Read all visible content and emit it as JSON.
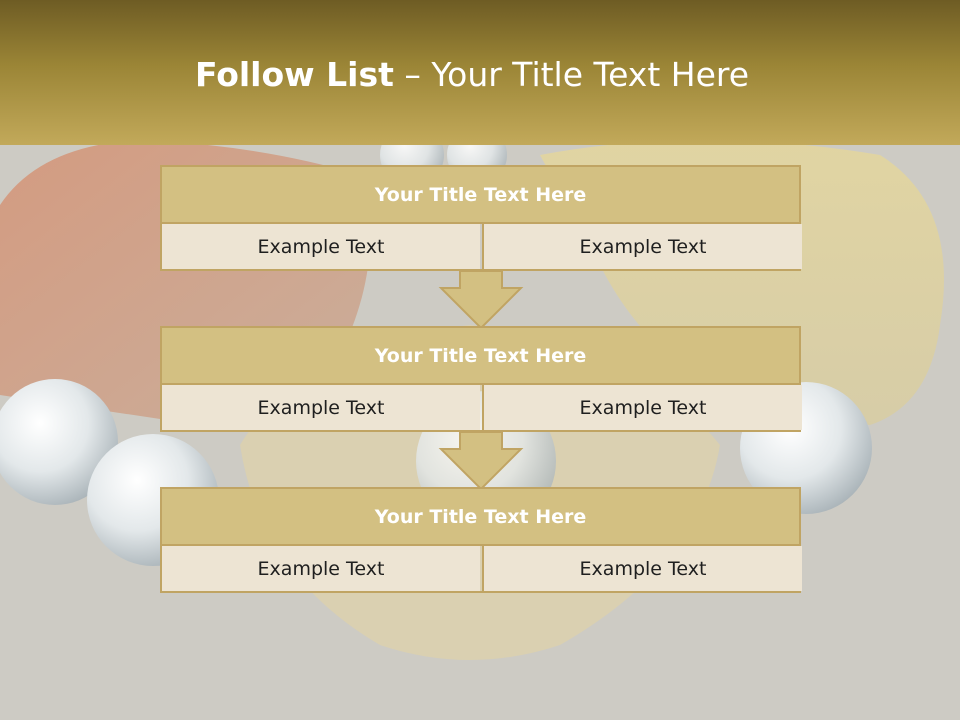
{
  "slide": {
    "title_bold": "Follow List",
    "title_rest": " – Your Title Text Here"
  },
  "steps": [
    {
      "title": "Your Title Text Here",
      "left": "Example Text",
      "right": "Example Text"
    },
    {
      "title": "Your Title Text Here",
      "left": "Example Text",
      "right": "Example Text"
    },
    {
      "title": "Your Title Text Here",
      "left": "Example Text",
      "right": "Example Text"
    }
  ],
  "colors": {
    "header_dark": "#6e5c24",
    "header_light": "#c2a95a",
    "box_title_fill": "#d3c082",
    "box_cell_fill": "#ede4d3",
    "box_border": "#c0a463",
    "arrow_fill": "#d3c082"
  }
}
